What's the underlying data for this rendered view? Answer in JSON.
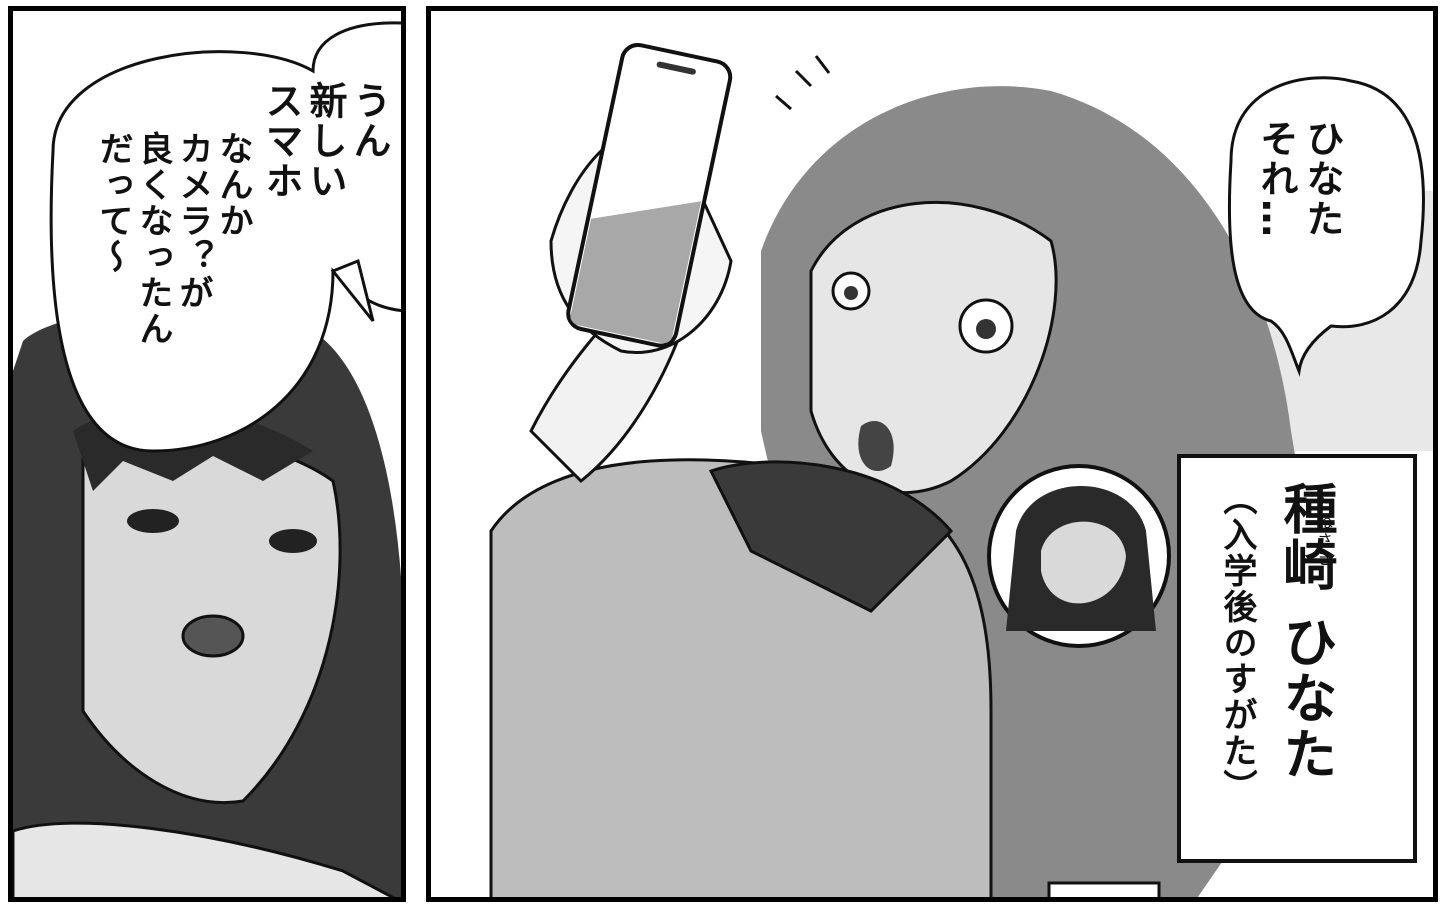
{
  "panels": [
    {
      "id": "left",
      "speech": {
        "lines": [
          "うん",
          "新しい",
          "スマホ"
        ]
      },
      "speech2": {
        "lines": [
          "なんか",
          "カメラ？が",
          "良くなったん",
          "だって～"
        ]
      }
    },
    {
      "id": "right",
      "speech": {
        "lines": [
          "ひなた",
          "それ…"
        ]
      },
      "caption": {
        "name": "種崎 ひなた",
        "ruby": "たねさき",
        "note": "（入学後のすがた）"
      }
    }
  ],
  "colors": {
    "ink": "#111111",
    "hair_gray": "#8a8a8a",
    "skin_gray": "#d9d9d9",
    "shirt_gray": "#bdbdbd",
    "dark_gray": "#3a3a3a"
  }
}
